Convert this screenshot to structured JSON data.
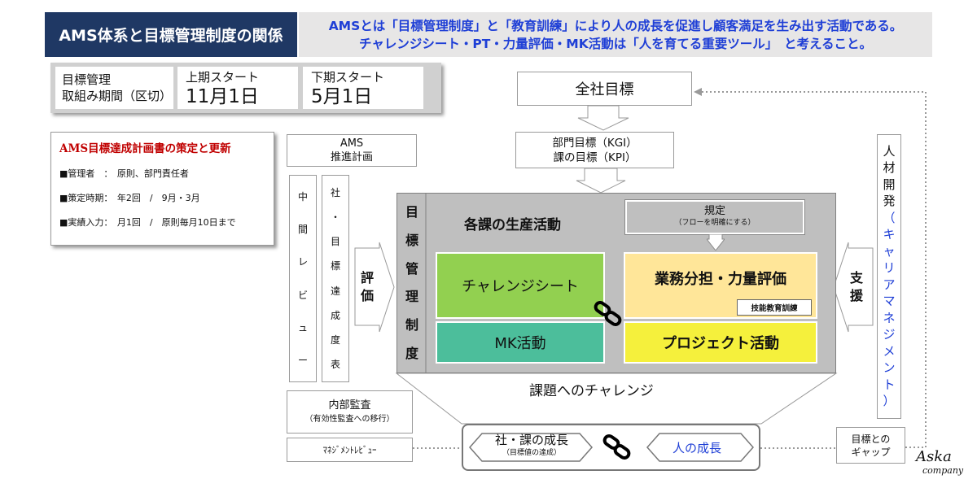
{
  "header": {
    "title": "AMS体系と目標管理制度の関係",
    "desc_line1": "AMSとは「目標管理制度」と「教育訓練」により人の成長を促進し顧客満足を生み出す活動である。",
    "desc_line2": "チャレンジシート・PT・力量評価・MK活動は「人を育てる重要ツール」　と考えること。"
  },
  "period": {
    "label_line1": "目標管理",
    "label_line2": "取組み期間（区切）",
    "first_half_label": "上期スタート",
    "first_half_date": "11月1日",
    "second_half_label": "下期スタート",
    "second_half_date": "5月1日"
  },
  "plan_box": {
    "title": "AMS目標達成計画書の策定と更新",
    "lines": [
      "■管理者　：　原則、部門責任者",
      "■策定時期：　年2回　/　9月・3月",
      "■実績入力：　月1回　/　原則毎月10日まで"
    ]
  },
  "ams_plan": {
    "line1": "AMS",
    "line2": "推進計画"
  },
  "mid_review_chars": [
    "中",
    "間",
    "レ",
    "ビ",
    "ュ",
    "ー"
  ],
  "eval_table_chars": [
    "社",
    "・",
    "目",
    "標",
    "達",
    "成",
    "度",
    "表"
  ],
  "hyoka_chars": [
    "評",
    "価"
  ],
  "shien_chars": [
    "支",
    "援"
  ],
  "company_goal": "全社目標",
  "dept_goal": {
    "line1": "部門目標（KGI）",
    "line2": "課の目標（KPI）"
  },
  "seido_chars": [
    "目",
    "標",
    "管",
    "理",
    "制",
    "度"
  ],
  "production_label": "各課の生産活動",
  "rules": {
    "title": "規定",
    "sub": "（フローを明確にする）"
  },
  "challenge_sheet": "チャレンジシート",
  "mk_activity": "MK活動",
  "work_eval": "業務分担・力量評価",
  "skill_training": "技能教育訓練",
  "project_activity": "プロジェクト活動",
  "challenge_label": "課題へのチャレンジ",
  "hr_dev_chars": [
    "人",
    "材",
    "開",
    "発",
    "（",
    "キ",
    "ャ",
    "リ",
    "ア",
    "マ",
    "ネ",
    "ジ",
    "メ",
    "ン",
    "ト",
    "）"
  ],
  "internal_audit": {
    "title": "内部監査",
    "sub": "（有効性監査への移行）"
  },
  "mgmt_review": "ﾏﾈｼﾞﾒﾝﾄﾚﾋﾞｭｰ",
  "gap": {
    "line1": "目標との",
    "line2": "ギャップ"
  },
  "org_growth": {
    "title": "社・課の成長",
    "sub": "（目標値の達成）"
  },
  "people_growth": "人の成長",
  "logo": {
    "line1": "Aska",
    "line2": "company"
  },
  "colors": {
    "navy": "#1f3864",
    "blue_text": "#1f3fd6",
    "red_title": "#c00000",
    "green": "#92d050",
    "teal": "#4cbe9b",
    "light_yellow": "#ffe699",
    "yellow": "#f5f03c",
    "panel_gray": "#bfbfbf"
  }
}
